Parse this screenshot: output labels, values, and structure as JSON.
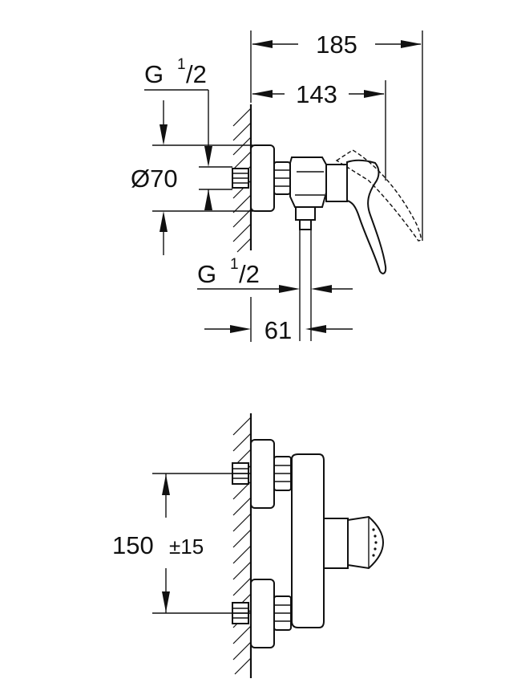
{
  "side_view": {
    "dim_total_width": "185",
    "dim_handle_width": "143",
    "inlet_thread_main": "G",
    "inlet_thread_num": "1",
    "inlet_thread_den": "/2",
    "escutcheon_diameter": "Ø70",
    "outlet_thread_main": "G",
    "outlet_thread_num": "1",
    "outlet_thread_den": "/2",
    "dim_outlet_offset": "61"
  },
  "front_view": {
    "dim_centres": "150",
    "dim_tolerance": "±15"
  }
}
